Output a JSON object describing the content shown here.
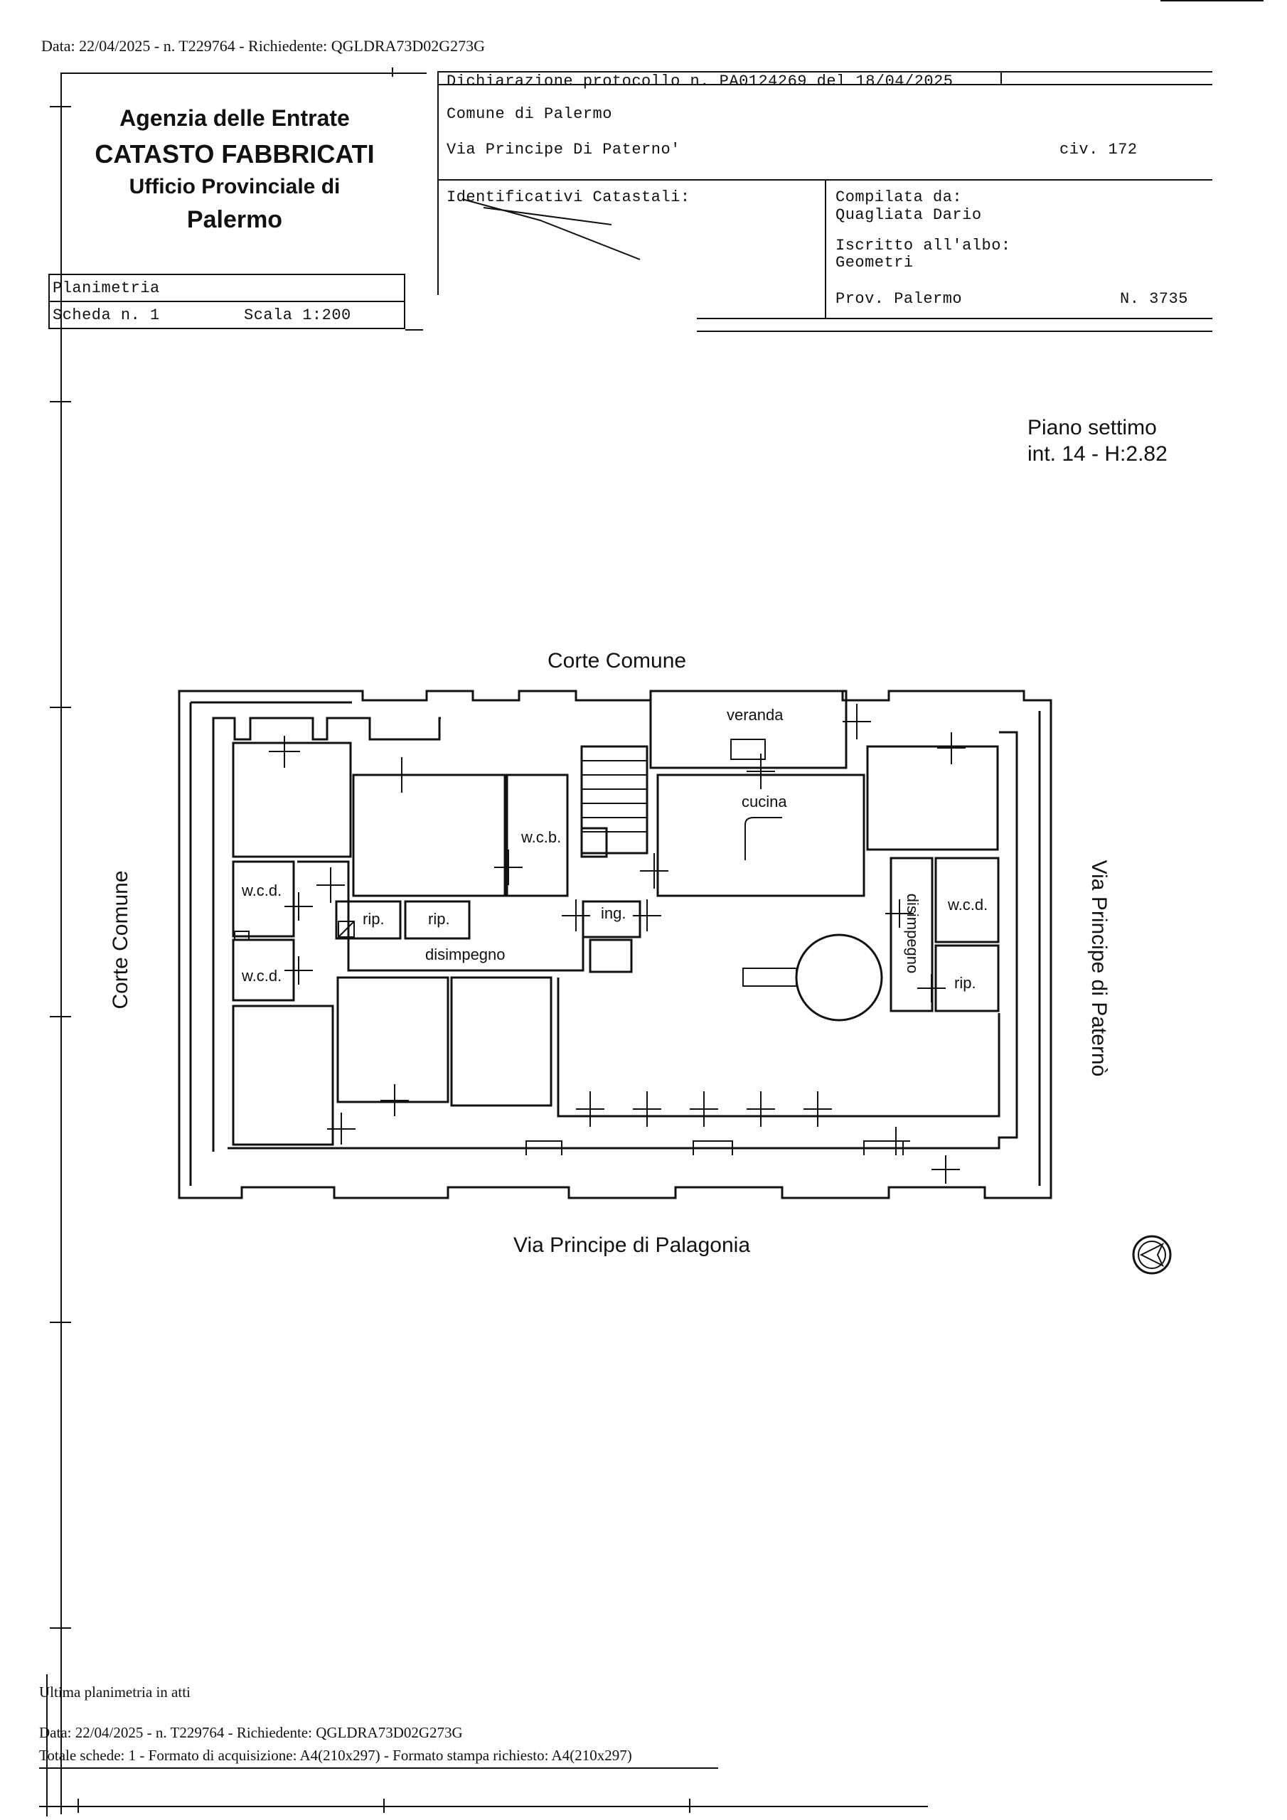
{
  "header": {
    "top_line": "Data: 22/04/2025 - n. T229764 - Richiedente: QGLDRA73D02G273G",
    "agency_line1": "Agenzia delle Entrate",
    "agency_line2": "CATASTO FABBRICATI",
    "agency_line3": "Ufficio Provinciale di",
    "agency_line4": "Palermo",
    "dichiarazione": "Dichiarazione protocollo n. PA0124269 del 18/04/2025",
    "comune": "Comune di Palermo",
    "via": "Via Principe Di Paterno'",
    "civ": "civ. 172",
    "identificativi": "Identificativi Catastali:",
    "compilata_label": "Compilata da:",
    "compilata_nome": "Quagliata Dario",
    "iscritto_label": "Iscritto all'albo:",
    "iscritto_valore": "Geometri",
    "prov": "Prov. Palermo",
    "numero": "N. 3735",
    "planimetria": "Planimetria",
    "scheda": "Scheda n. 1",
    "scala": "Scala 1:200"
  },
  "plan": {
    "piano": "Piano settimo",
    "interno": "int. 14 - H:2.82",
    "street_top": "Corte Comune",
    "street_left": "Corte Comune",
    "street_right": "Via Principe di Paternò",
    "street_bottom": "Via Principe di Palagonia",
    "rooms": {
      "veranda": "veranda",
      "cucina": "cucina",
      "wcb": "w.c.b.",
      "wcd_top_left": "w.c.d.",
      "wcd_bottom_left": "w.c.d.",
      "wcd_right": "w.c.d.",
      "rip1": "rip.",
      "rip2": "rip.",
      "rip_right": "rip.",
      "ing": "ing.",
      "disimpegno": "disimpegno",
      "disimpegno_right": "disimpegno"
    }
  },
  "footer": {
    "ultima": "Ultima planimetria in atti",
    "data_line": "Data: 22/04/2025 - n. T229764 - Richiedente: QGLDRA73D02G273G",
    "totale_line": "Totale schede: 1 - Formato di acquisizione: A4(210x297) - Formato stampa richiesto: A4(210x297)"
  }
}
